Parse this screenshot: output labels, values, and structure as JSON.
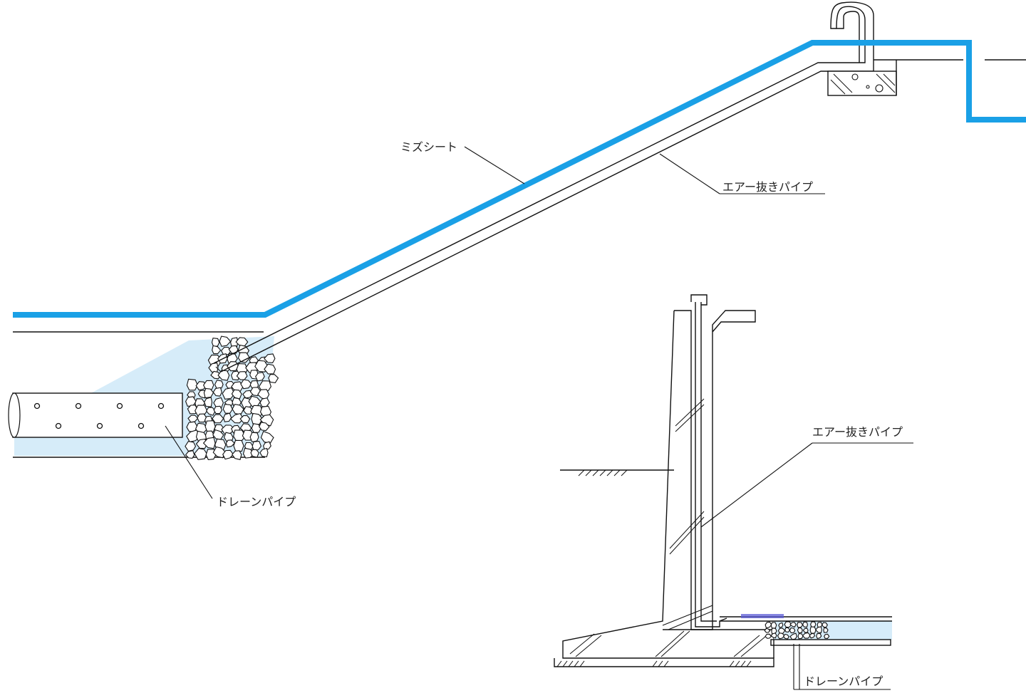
{
  "colors": {
    "membrane": "#1aa0e6",
    "drain_zone": "#d6ecf9",
    "line": "#111111",
    "background": "#ffffff",
    "pipe_accent": "#5b5bd6"
  },
  "slope_section": {
    "membrane_label": "ミズシート",
    "air_pipe_label": "エアー抜きパイプ",
    "drain_pipe_label": "ドレーンパイプ"
  },
  "wall_section": {
    "air_pipe_label": "エアー抜きパイプ",
    "drain_pipe_label": "ドレーンパイプ"
  }
}
